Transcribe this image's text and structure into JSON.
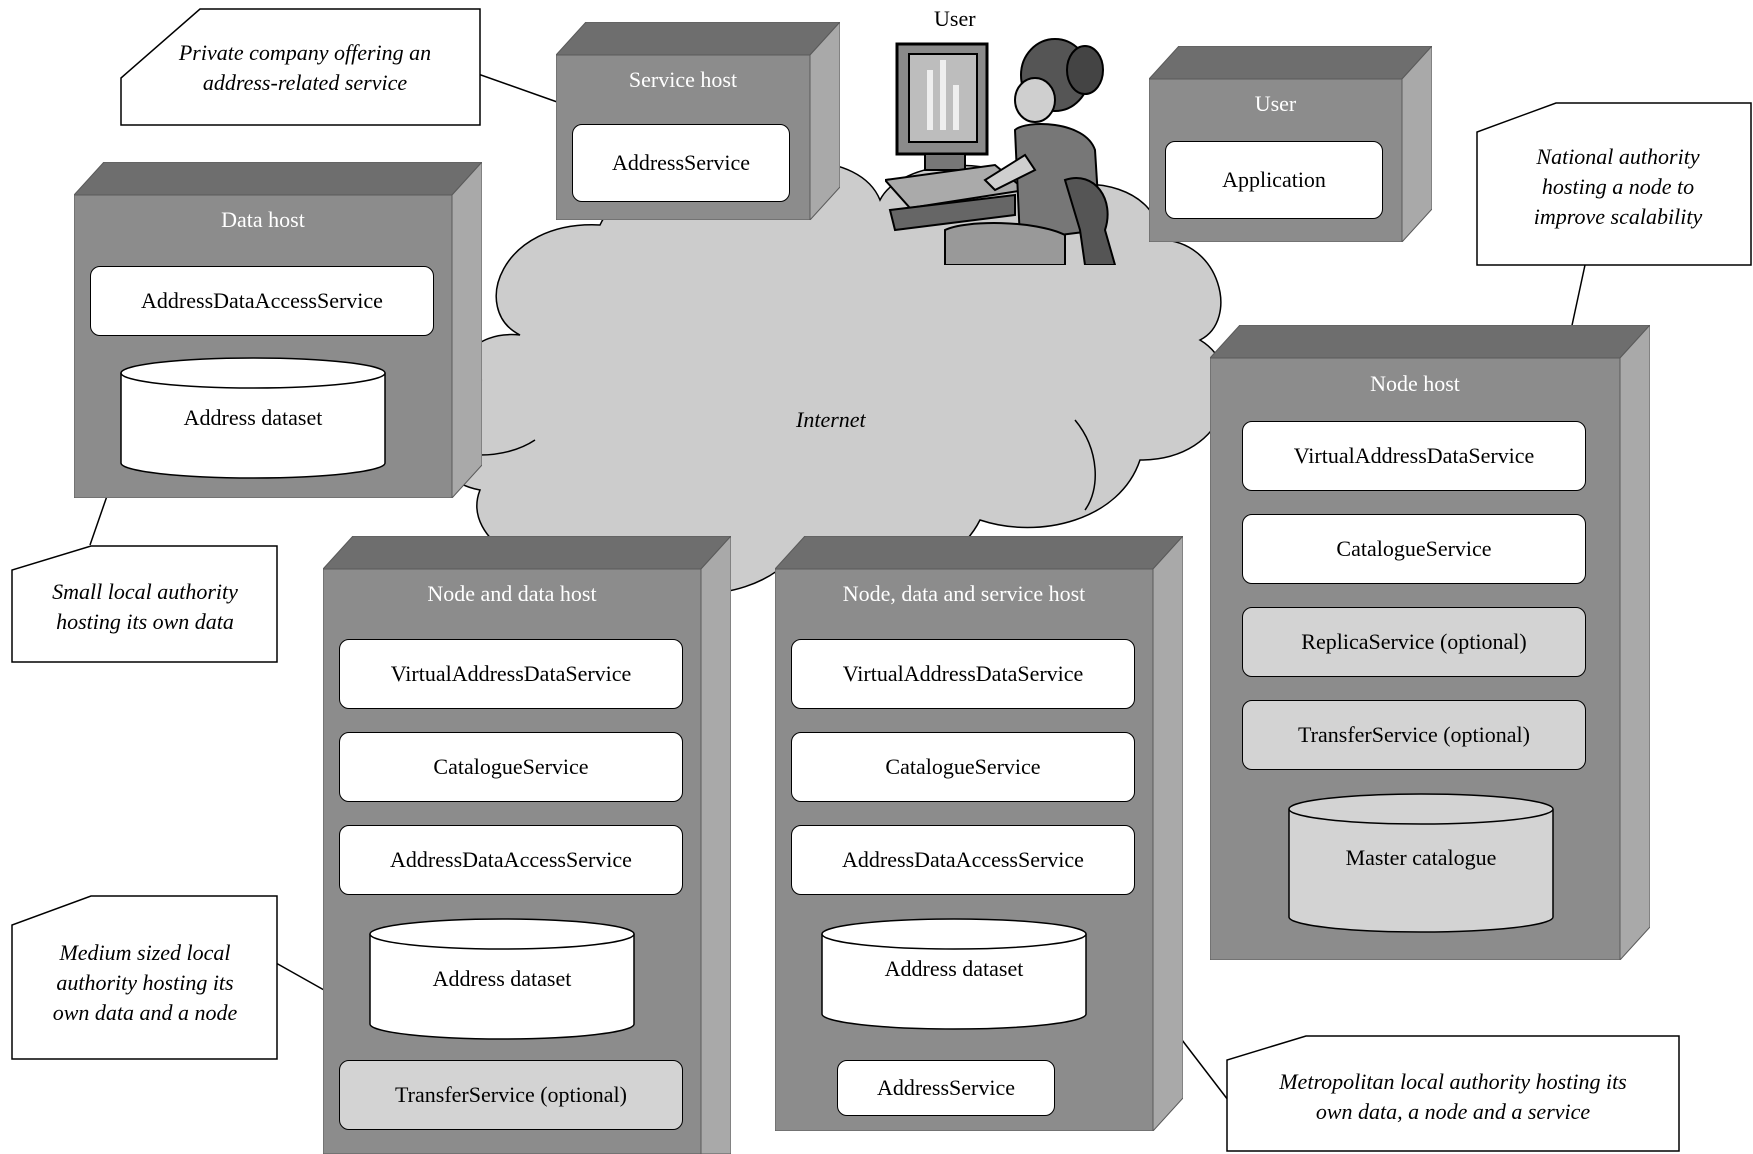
{
  "internet_label": "Internet",
  "user_person_label": "User",
  "hosts": {
    "service_host": {
      "title": "Service host",
      "services": [
        "AddressService"
      ]
    },
    "user_host": {
      "title": "User",
      "services": [
        "Application"
      ]
    },
    "data_host": {
      "title": "Data host",
      "services": [
        "AddressDataAccessService"
      ],
      "dataset": "Address dataset"
    },
    "node_host": {
      "title": "Node host",
      "services": [
        "VirtualAddressDataService",
        "CatalogueService",
        "ReplicaService (optional)",
        "TransferService (optional)"
      ],
      "dataset": "Master catalogue"
    },
    "node_data_host": {
      "title": "Node and data host",
      "services": [
        "VirtualAddressDataService",
        "CatalogueService",
        "AddressDataAccessService"
      ],
      "dataset": "Address dataset",
      "extra_service": "TransferService (optional)"
    },
    "node_data_service_host": {
      "title": "Node, data and service host",
      "services": [
        "VirtualAddressDataService",
        "CatalogueService",
        "AddressDataAccessService"
      ],
      "dataset": "Address dataset",
      "extra_service": "AddressService"
    }
  },
  "notes": {
    "private_company": [
      "Private company offering an",
      "address-related service"
    ],
    "national_authority": [
      "National authority",
      "hosting a node to",
      "improve scalability"
    ],
    "small_local": [
      "Small local authority",
      "hosting its own data"
    ],
    "medium_local": [
      "Medium sized local",
      "authority hosting its",
      "own data and a node"
    ],
    "metropolitan": [
      "Metropolitan local authority hosting its",
      "own data, a node and a service"
    ]
  },
  "colors": {
    "host_front": "#8c8c8c",
    "host_top": "#6e6e6e",
    "host_side": "#a9a9a9",
    "cloud": "#cccccc",
    "optional_service": "#d3d3d3"
  }
}
